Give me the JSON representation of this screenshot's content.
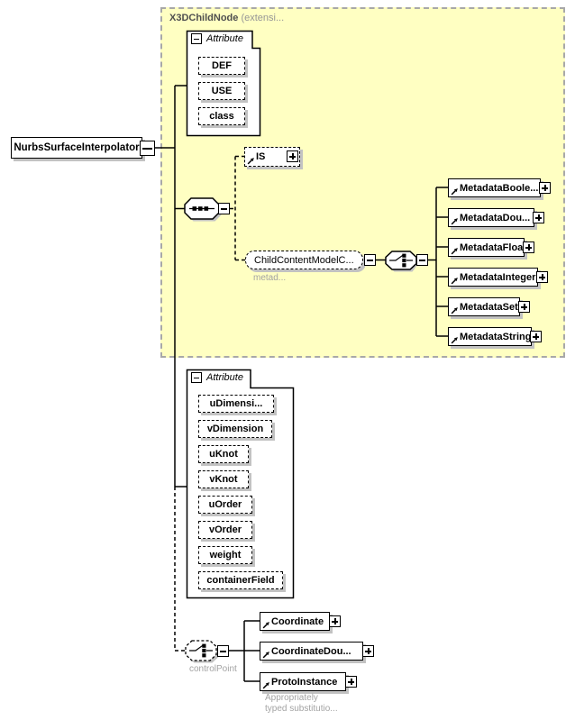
{
  "root_element": {
    "label": "NurbsSurfaceInterpolator"
  },
  "base_region": {
    "title": "X3DChildNode",
    "title_note": "(extensi...",
    "attribute_header": "Attribute",
    "attributes": [
      "DEF",
      "USE",
      "class"
    ],
    "is_label": "IS",
    "child_content": {
      "label": "ChildContentModelC...",
      "annotation": "metad..."
    },
    "metadata_elements": [
      "MetadataBoole...",
      "MetadataDou...",
      "MetadataFloat",
      "MetadataInteger",
      "MetadataSet",
      "MetadataString"
    ]
  },
  "attribute_section": {
    "attribute_header": "Attribute",
    "attributes": [
      "uDimensi...",
      "vDimension",
      "uKnot",
      "vKnot",
      "uOrder",
      "vOrder",
      "weight",
      "containerField"
    ]
  },
  "control_point": {
    "label": "controlPoint",
    "elements": [
      "Coordinate",
      "CoordinateDou...",
      "ProtoInstance"
    ],
    "note": [
      "Appropriately",
      "typed substitutio..."
    ]
  },
  "colors": {
    "region_background": "#ffffc2",
    "region_border": "#a8a8a8",
    "box_border": "#000000",
    "shadow": "#c2c2c2",
    "muted_text": "#a3a3a3",
    "region_title_text": "#4f4f4f"
  }
}
